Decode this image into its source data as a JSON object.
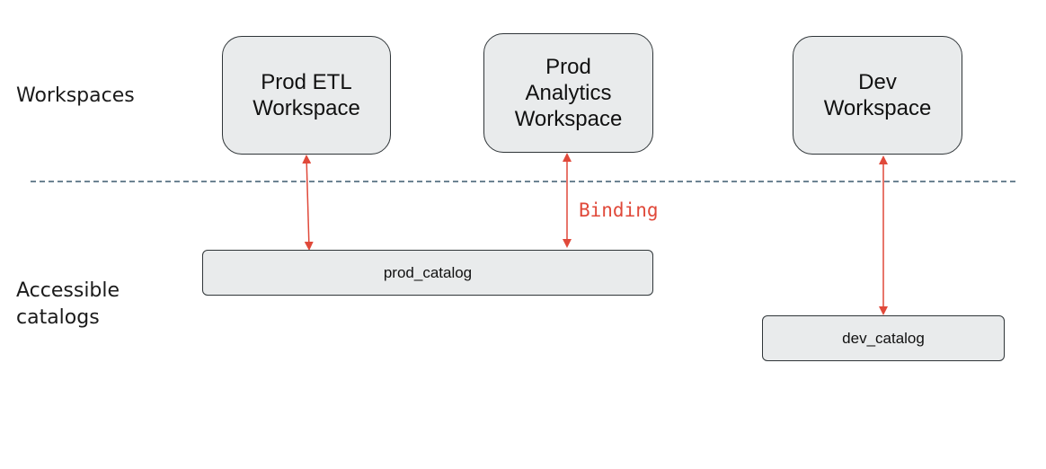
{
  "labels": {
    "workspaces": "Workspaces",
    "catalogs": "Accessible\ncatalogs",
    "binding": "Binding"
  },
  "workspaces": {
    "prod_etl": "Prod ETL\nWorkspace",
    "prod_analytics": "Prod\nAnalytics\nWorkspace",
    "dev": "Dev\nWorkspace"
  },
  "catalogs": {
    "prod": "prod_catalog",
    "dev": "dev_catalog"
  },
  "colors": {
    "node_fill": "#e9ebec",
    "node_border": "#2f3538",
    "binding_arrow": "#e0493a",
    "separator": "#3c5a6e"
  }
}
